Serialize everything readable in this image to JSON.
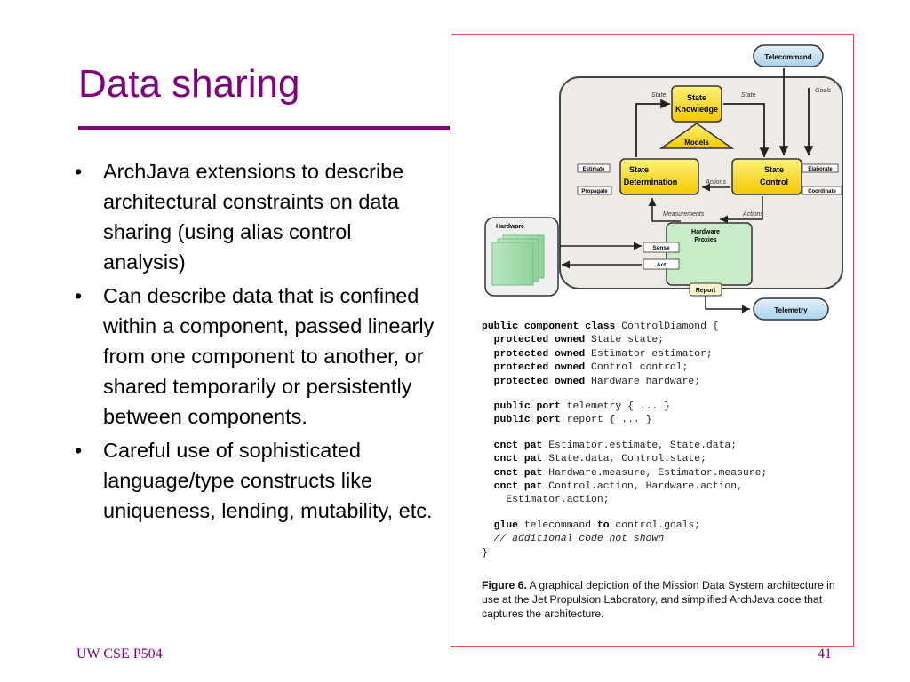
{
  "slide": {
    "title": "Data sharing",
    "bullets": [
      "ArchJava extensions to describe architectural constraints on data sharing (using alias control analysis)",
      "Can describe data that is confined within a component, passed linearly from one component to another, or shared temporarily or persistently between components.",
      "Careful use of sophisticated language/type constructs like uniqueness, lending, mutability, etc."
    ],
    "bullet_glyph": "•"
  },
  "footer": {
    "left": "UW CSE P504",
    "right": "41"
  },
  "figure": {
    "diagram": {
      "telecommand": "Telecommand",
      "state_knowledge_1": "State",
      "state_knowledge_2": "Knowledge",
      "models": "Models",
      "state_determination_1": "State",
      "state_determination_2": "Determination",
      "state_control_1": "State",
      "state_control_2": "Control",
      "state_left": "State",
      "state_right": "State",
      "goals": "Goals",
      "actions_upper": "Actions",
      "actions_lower": "Actions",
      "measurements": "Measurements",
      "estimate": "Estimate",
      "propagate": "Propagate",
      "elaborate": "Elaborate",
      "coordinate": "Coordinate",
      "hardware": "Hardware",
      "hardware_proxies_1": "Hardware",
      "hardware_proxies_2": "Proxies",
      "sense": "Sense",
      "act": "Act",
      "report": "Report",
      "telemetry": "Telemetry"
    },
    "code": {
      "line1_kw": "public component class",
      "line1_rest": " ControlDiamond {",
      "fields": [
        {
          "kw": "protected owned",
          "rest": " State state;"
        },
        {
          "kw": "protected owned",
          "rest": " Estimator estimator;"
        },
        {
          "kw": "protected owned",
          "rest": " Control control;"
        },
        {
          "kw": "protected owned",
          "rest": " Hardware hardware;"
        }
      ],
      "ports": [
        {
          "kw": "public port",
          "rest": " telemetry { ... }"
        },
        {
          "kw": "public port",
          "rest": " report { ... }"
        }
      ],
      "cncts": [
        {
          "kw": "cnct pat",
          "rest": " Estimator.estimate, State.data;"
        },
        {
          "kw": "cnct pat",
          "rest": " State.data, Control.state;"
        },
        {
          "kw": "cnct pat",
          "rest": " Hardware.measure, Estimator.measure;"
        },
        {
          "kw": "cnct pat",
          "rest": " Control.action, Hardware.action,"
        }
      ],
      "cnct_cont": "    Estimator.action;",
      "glue_kw": "glue",
      "glue_mid": " telecommand ",
      "glue_to": "to",
      "glue_rest": " control.goals;",
      "comment": "// additional code not shown",
      "close": "}"
    },
    "caption": {
      "label": "Figure 6.",
      "text": " A graphical depiction of the Mission Data System architecture in use at the Jet Propulsion Laboratory, and simplified ArchJava code that captures the architecture."
    }
  }
}
